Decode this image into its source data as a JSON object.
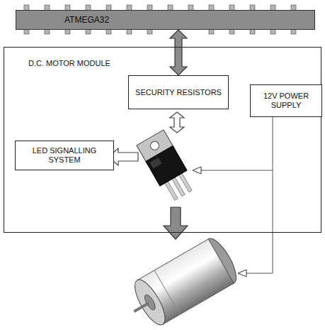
{
  "diagram": {
    "nodes": [
      {
        "text": [
          "ATMEGA32"
        ]
      },
      {
        "text": [
          "D.C. MOTOR MODULE"
        ]
      },
      {
        "text": [
          "SECURITY RESISTORS"
        ],
        "in": 1
      },
      {
        "text": [
          "12V POWER SUPPLY"
        ],
        "in": 1
      },
      {
        "text": [
          "LED SIGNALLING SYSTEM"
        ],
        "in": 1
      }
    ],
    "edges": [
      {
        "from": 0,
        "to": 2,
        "arrow": "both"
      }
    ]
  }
}
